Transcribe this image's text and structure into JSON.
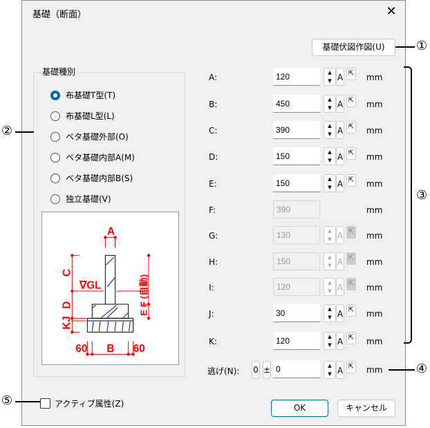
{
  "title": "基礎（断面）",
  "plan_button": "基礎伏図作図(U)",
  "group_label": "基礎種別",
  "radios": [
    {
      "label": "布基礎T型(T)",
      "selected": true
    },
    {
      "label": "布基礎L型(L)",
      "selected": false
    },
    {
      "label": "ベタ基礎外部(O)",
      "selected": false
    },
    {
      "label": "ベタ基礎内部A(M)",
      "selected": false
    },
    {
      "label": "ベタ基礎内部B(S)",
      "selected": false
    },
    {
      "label": "独立基礎(V)",
      "selected": false
    }
  ],
  "diagram": {
    "a": "A",
    "b": "B",
    "c": "C",
    "d": "D",
    "kj": "KJ",
    "gl": "∇GL",
    "ef": "E F (自動)",
    "left60": "60",
    "right60": "60"
  },
  "params": [
    {
      "label": "A:",
      "value": "120",
      "enabled": true
    },
    {
      "label": "B:",
      "value": "450",
      "enabled": true
    },
    {
      "label": "C:",
      "value": "390",
      "enabled": true
    },
    {
      "label": "D:",
      "value": "150",
      "enabled": true
    },
    {
      "label": "E:",
      "value": "150",
      "enabled": true
    },
    {
      "label": "F:",
      "value": "390",
      "enabled": false,
      "nocontrols": true
    },
    {
      "label": "G:",
      "value": "130",
      "enabled": false
    },
    {
      "label": "H:",
      "value": "150",
      "enabled": false
    },
    {
      "label": "I:",
      "value": "120",
      "enabled": false
    },
    {
      "label": "J:",
      "value": "30",
      "enabled": true
    },
    {
      "label": "K:",
      "value": "120",
      "enabled": true
    }
  ],
  "unit": "mm",
  "auto_label": "A",
  "nige": {
    "label": "逃げ(N):",
    "zero_btn": "0",
    "pm_btn": "±",
    "value": "0"
  },
  "active_attr": "アクティブ属性(Z)",
  "ok": "OK",
  "cancel": "キャンセル",
  "callouts": [
    "①",
    "②",
    "③",
    "④",
    "⑤"
  ]
}
